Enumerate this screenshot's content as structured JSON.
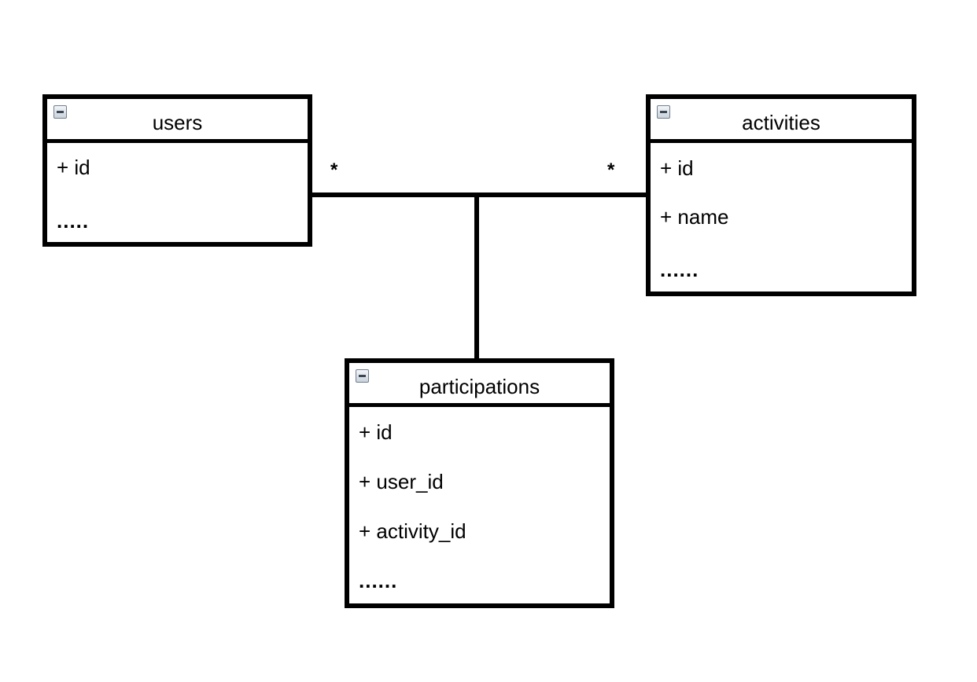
{
  "entities": {
    "users": {
      "title": "users",
      "attributes": [
        "+ id"
      ],
      "more": "....."
    },
    "activities": {
      "title": "activities",
      "attributes": [
        "+ id",
        "+ name"
      ],
      "more": "......"
    },
    "participations": {
      "title": "participations",
      "attributes": [
        "+ id",
        "+ user_id",
        "+ activity_id"
      ],
      "more": "......"
    }
  },
  "associations": {
    "users_multiplicity": "*",
    "activities_multiplicity": "*"
  },
  "colors": {
    "line": "#000000",
    "background": "#ffffff",
    "icon_border": "#6f7f90"
  },
  "icons": [
    "collapse-icon"
  ]
}
